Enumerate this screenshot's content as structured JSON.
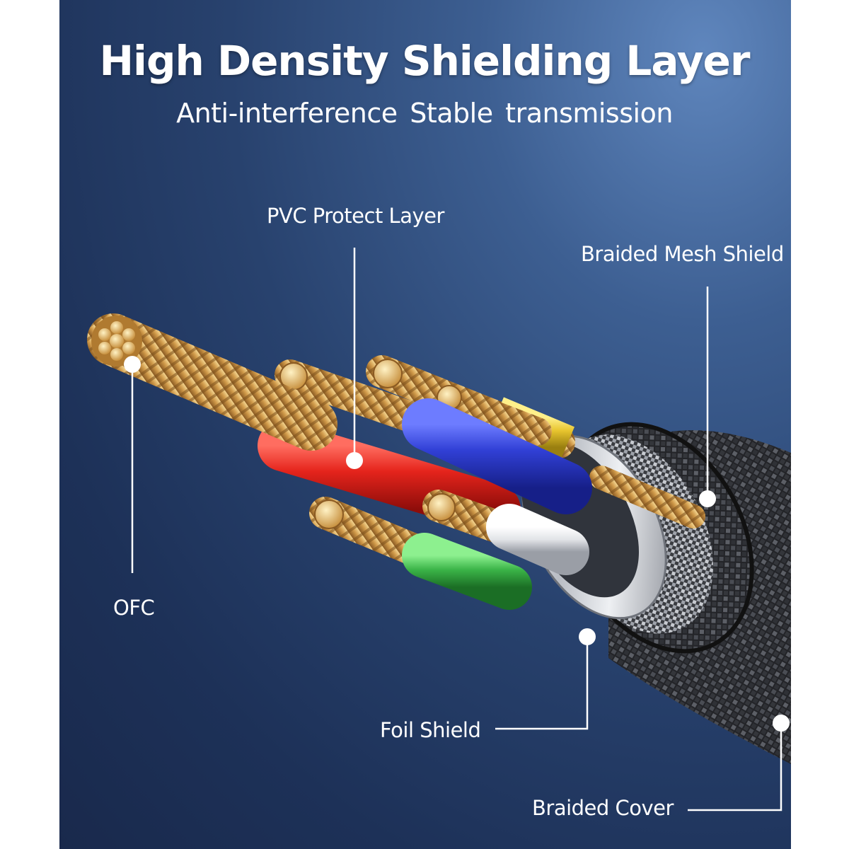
{
  "header": {
    "title": "High Density Shielding Layer",
    "subtitle": "Anti-interference  Stable transmission"
  },
  "callouts": {
    "pvc": "PVC Protect Layer",
    "mesh": "Braided Mesh Shield",
    "ofc": "OFC",
    "foil": "Foil Shield",
    "cover": "Braided Cover"
  },
  "colors": {
    "copper": "#d6a351",
    "red_insulation": "#e0201c",
    "blue_insulation": "#2f3fd0",
    "yellow_insulation": "#e6c531",
    "green_insulation": "#3fb54a",
    "white_insulation": "#e8e8e8",
    "foil": "#d8dbe0",
    "braid": "#2a2b2f"
  }
}
